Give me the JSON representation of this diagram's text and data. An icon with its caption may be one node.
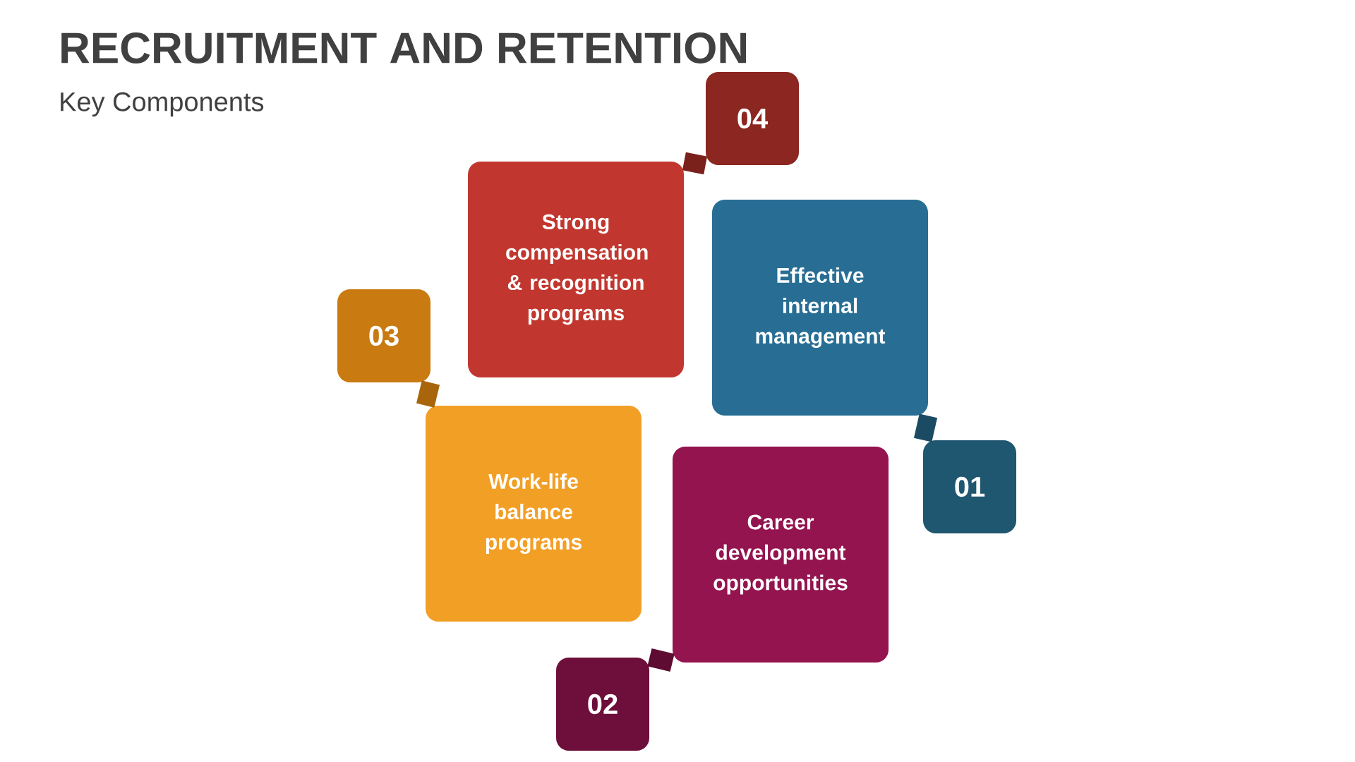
{
  "diagram": {
    "title": "RECRUITMENT AND RETENTION",
    "caption": "Key Components",
    "nodes": [
      {
        "text": [
          "04"
        ]
      },
      {
        "text": [
          "Strong compensation & recognition programs"
        ]
      },
      {
        "text": [
          "Effective internal management"
        ]
      },
      {
        "text": [
          "03"
        ]
      },
      {
        "text": [
          "Work-life balance programs"
        ]
      },
      {
        "text": [
          "01"
        ]
      },
      {
        "text": [
          "Career development opportunities"
        ]
      },
      {
        "text": [
          "02"
        ]
      }
    ],
    "edges": [
      {
        "from": 0,
        "to": 1,
        "arrow": "none",
        "color": "#7a211c"
      },
      {
        "from": 5,
        "to": 2,
        "arrow": "none",
        "color": "#1b4b62"
      },
      {
        "from": 3,
        "to": 4,
        "arrow": "none",
        "color": "#a8650c"
      },
      {
        "from": 7,
        "to": 6,
        "arrow": "none",
        "color": "#5e0c32"
      }
    ]
  }
}
